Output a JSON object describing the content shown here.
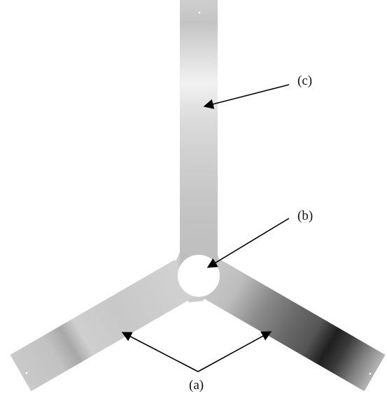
{
  "labels": {
    "a": "(a)",
    "b": "(b)",
    "c": "(c)"
  },
  "colors": {
    "background": "#ffffff",
    "arm_light": "#e6e6e6",
    "arm_mid": "#bcbcbc",
    "arm_dark": "#2f2f2f",
    "arrow": "#000000"
  }
}
